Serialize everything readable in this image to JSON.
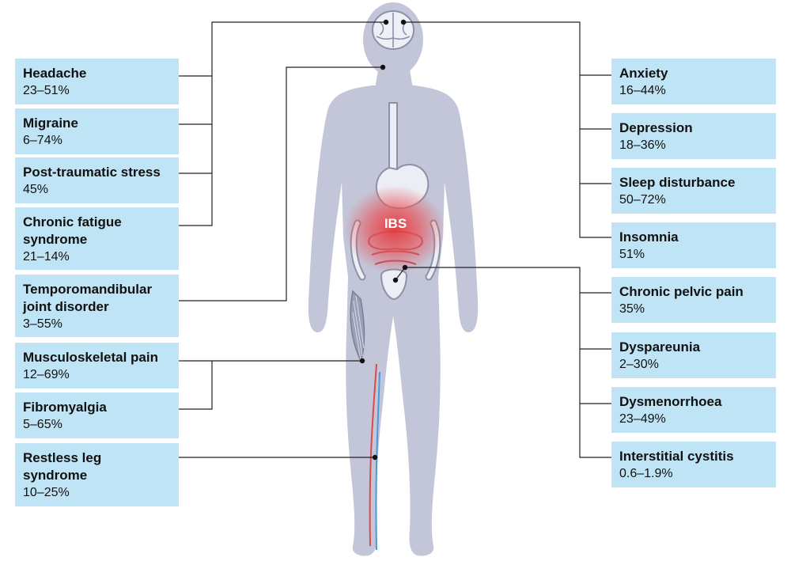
{
  "center_label": "IBS",
  "left_conditions": [
    {
      "name": "Headache",
      "value": "23–51%"
    },
    {
      "name": "Migraine",
      "value": "6–74%"
    },
    {
      "name": "Post-traumatic stress",
      "value": "45%"
    },
    {
      "name": "Chronic fatigue syndrome",
      "value": "21–14%"
    },
    {
      "name": "Temporomandibular joint disorder",
      "value": "3–55%"
    },
    {
      "name": "Musculoskeletal pain",
      "value": "12–69%"
    },
    {
      "name": "Fibromyalgia",
      "value": "5–65%"
    },
    {
      "name": "Restless leg syndrome",
      "value": "10–25%"
    }
  ],
  "right_conditions": [
    {
      "name": "Anxiety",
      "value": "16–44%"
    },
    {
      "name": "Depression",
      "value": "18–36%"
    },
    {
      "name": "Sleep disturbance",
      "value": "50–72%"
    },
    {
      "name": "Insomnia",
      "value": "51%"
    },
    {
      "name": "Chronic pelvic pain",
      "value": "35%"
    },
    {
      "name": "Dyspareunia",
      "value": "2–30%"
    },
    {
      "name": "Dysmenorrhoea",
      "value": "23–49%"
    },
    {
      "name": "Interstitial cystitis",
      "value": "0.6–1.9%"
    }
  ],
  "colors": {
    "box_fill": "#bfe4f5",
    "body_fill": "#c3c6d9",
    "ibs_glow": "#e23a3a",
    "connector": "#222222"
  }
}
